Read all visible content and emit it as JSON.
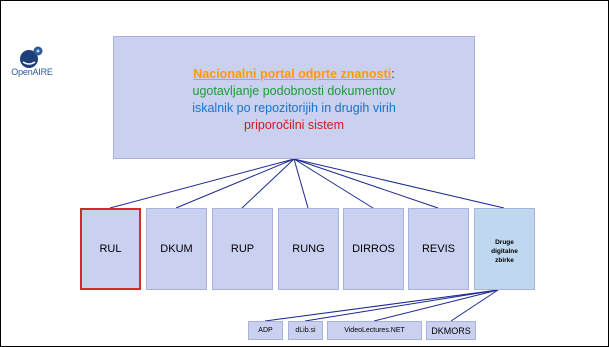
{
  "logo": {
    "text": "OpenAIRE"
  },
  "header": {
    "line1": "Nacionalni portal odprte znanosti",
    "line1_suffix": ":",
    "line2": "ugotavljanje podobnosti dokumentov",
    "line3": "iskalnik po repozitorijih in drugih virih",
    "line4": "priporočilni sistem"
  },
  "repositories": [
    "RUL",
    "DKUM",
    "RUP",
    "RUNG",
    "DIRROS",
    "REVIS"
  ],
  "other": {
    "line1": "Druge",
    "line2": "digitalne",
    "line3": "zbirke"
  },
  "sub_sources": [
    "ADP",
    "dLib.si",
    "VideoLectures.NET",
    "DKMORS"
  ],
  "colors": {
    "box_fill": "#c9d0f0",
    "highlight_border": "#d62a2a",
    "line_color": "#1b2a8f",
    "accent_orange": "#ff9a00",
    "accent_green": "#1f9a3a",
    "accent_blue": "#1a73c9",
    "accent_red": "#d11a1a"
  }
}
